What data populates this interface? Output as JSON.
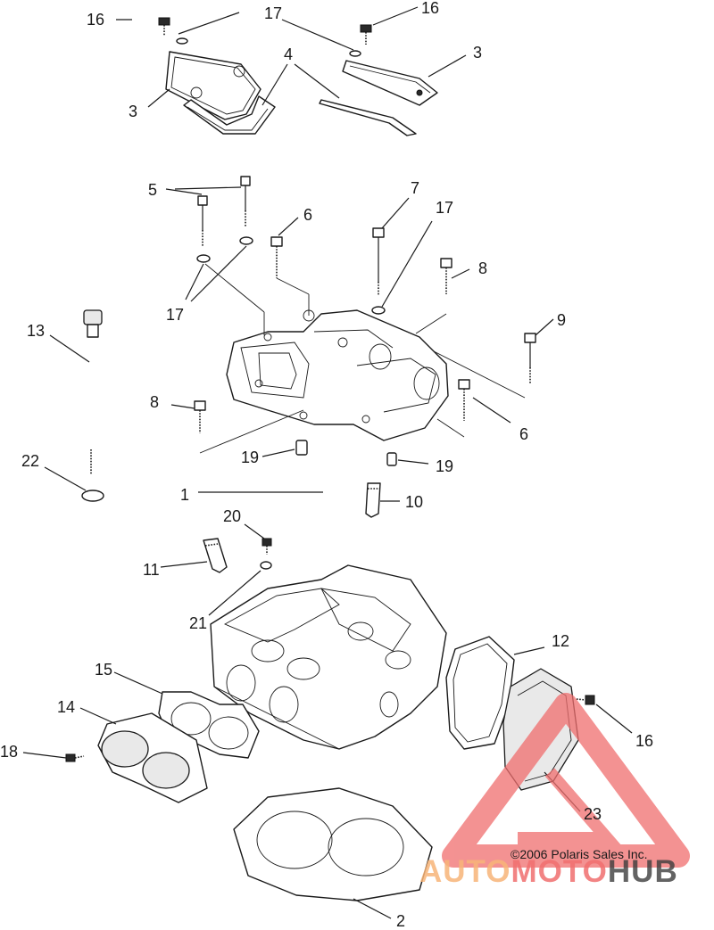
{
  "callouts": {
    "c1": "1",
    "c2": "2",
    "c3a": "3",
    "c3b": "3",
    "c4": "4",
    "c5": "5",
    "c6a": "6",
    "c6b": "6",
    "c7": "7",
    "c8a": "8",
    "c8b": "8",
    "c9": "9",
    "c10": "10",
    "c11": "11",
    "c12": "12",
    "c13": "13",
    "c14": "14",
    "c15": "15",
    "c16a": "16",
    "c16b": "16",
    "c16c": "16",
    "c17a": "17",
    "c17b": "17",
    "c17c": "17",
    "c18": "18",
    "c19a": "19",
    "c19b": "19",
    "c20": "20",
    "c21": "21",
    "c22": "22",
    "c23": "23"
  },
  "copyright": "©2006 Polaris Sales Inc.",
  "watermark": {
    "part1": "AUTO",
    "part2": "MOTO",
    "part3": "HUB",
    "accent_orange": "#f7b478",
    "accent_red": "#f06e6e"
  }
}
